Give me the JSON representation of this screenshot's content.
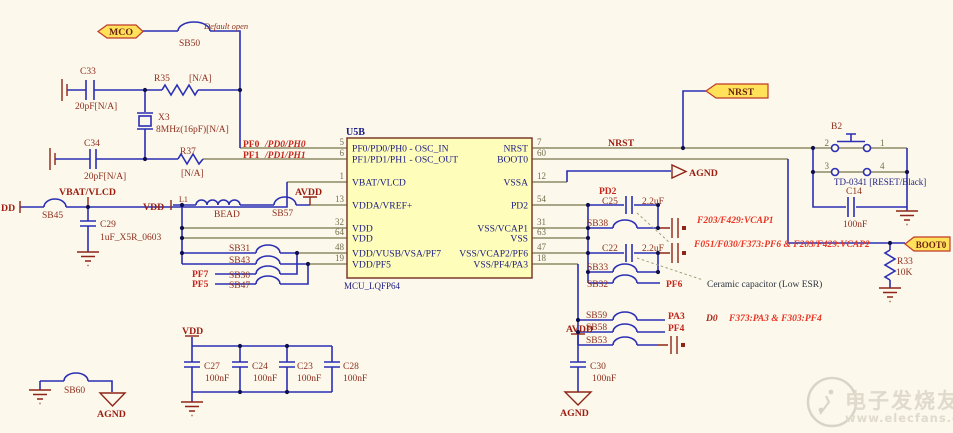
{
  "colors": {
    "wire_blue": "#2a2fb4",
    "wire_tan": "#8d8b67",
    "dark_red": "#8e2517",
    "net_red": "#c4261c",
    "note_red": "#ea3424",
    "pin_navy": "#1c1c84",
    "mcu_fill": "#fefdb9",
    "flag_fill": "#ffe259",
    "background": "#fcf8eb"
  },
  "flags": {
    "mco": "MCO",
    "nrst": "NRST",
    "boot0": "BOOT0"
  },
  "power": {
    "vbat": "VBAT/VLCD",
    "vdd": "VDD",
    "avdd": "AVDD",
    "agnd": "AGND",
    "dd_clipped": "DD"
  },
  "nets": {
    "nrst": "NRST",
    "pf0": "PF0",
    "pf0_alt": "/PD0/PH0",
    "pf1": "PF1",
    "pf1_alt": "/PD1/PH1",
    "pd2": "PD2",
    "pf6": "PF6",
    "pf7": "PF7",
    "pf5": "PF5",
    "pa3": "PA3",
    "pf4": "PF4"
  },
  "osc": {
    "sb50": "SB50",
    "sb50_note": "Default open",
    "c33": "C33",
    "c33_val": "20pF[N/A]",
    "c34": "C34",
    "c34_val": "20pF[N/A]",
    "r35": "R35",
    "r35_val": "[N/A]",
    "r37": "R37",
    "r37_val": "[N/A]",
    "x3": "X3",
    "x3_val": "8MHz(16pF)[N/A]"
  },
  "supply": {
    "sb45": "SB45",
    "c29": "C29",
    "c29_val": "1uF_X5R_0603",
    "l1": "L1",
    "bead": "BEAD",
    "sb57": "SB57",
    "sb31": "SB31",
    "sb43": "SB43",
    "sb30": "SB30",
    "sb47": "SB47"
  },
  "mcu": {
    "ref": "U5B",
    "part": "MCU_LQFP64",
    "left_pins": [
      {
        "num": "5",
        "name": "PF0/PD0/PH0 - OSC_IN"
      },
      {
        "num": "6",
        "name": "PF1/PD1/PH1 - OSC_OUT"
      },
      {
        "num": "1",
        "name": "VBAT/VLCD"
      },
      {
        "num": "13",
        "name": "VDDA/VREF+"
      },
      {
        "num": "32",
        "name": "VDD"
      },
      {
        "num": "64",
        "name": "VDD"
      },
      {
        "num": "48",
        "name": "VDD/VUSB/VSA/PF7"
      },
      {
        "num": "19",
        "name": "VDD/PF5"
      }
    ],
    "right_pins": [
      {
        "num": "7",
        "name": "NRST"
      },
      {
        "num": "60",
        "name": "BOOT0"
      },
      {
        "num": "12",
        "name": "VSSA"
      },
      {
        "num": "54",
        "name": "PD2"
      },
      {
        "num": "31",
        "name": "VSS/VCAP1"
      },
      {
        "num": "63",
        "name": "VSS"
      },
      {
        "num": "47",
        "name": "VSS/VCAP2/PF6"
      },
      {
        "num": "18",
        "name": "VSS/PF4/PA3"
      }
    ]
  },
  "vcap": {
    "c25": "C25",
    "c25_val": "2.2uF",
    "sb38": "SB38",
    "c22": "C22",
    "c22_val": "2.2uF",
    "sb33": "SB33",
    "sb32": "SB32",
    "sb59": "SB59",
    "sb58": "SB58",
    "sb53": "SB53"
  },
  "reset": {
    "b2": "B2",
    "part": "TD-0341 [RESET/Black]",
    "c14": "C14",
    "c14_val": "100nF",
    "pin1": "1",
    "pin2": "2",
    "pin3": "3",
    "pin4": "4"
  },
  "boot": {
    "r33": "R33",
    "r33_val": "10K"
  },
  "decoupling": {
    "c27": "C27",
    "c27_val": "100nF",
    "c24": "C24",
    "c24_val": "100nF",
    "c23": "C23",
    "c23_val": "100nF",
    "c28": "C28",
    "c28_val": "100nF",
    "c30": "C30",
    "c30_val": "100nF",
    "sb60": "SB60"
  },
  "notes": {
    "vcap1": "F203/F429:VCAP1",
    "vcap2": "F051/F030/F373:PF6 & F203/F429:VCAP2",
    "ceramic": "Ceramic capacitor (Low ESR)",
    "d0": "D0",
    "d0_detail": "F373:PA3 & F303:PF4"
  },
  "watermark": {
    "brand": "电子发烧友",
    "site": "www.elecfans.com"
  }
}
